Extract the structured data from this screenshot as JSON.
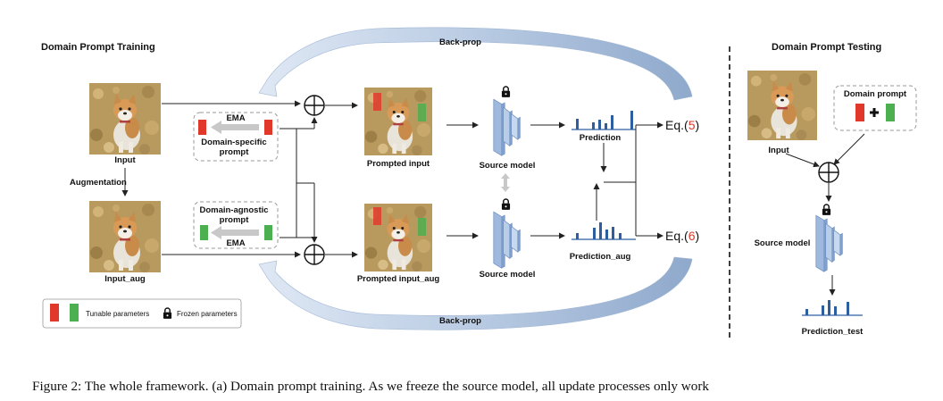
{
  "sections": {
    "training_title": "Domain Prompt Training",
    "testing_title": "Domain Prompt Testing"
  },
  "labels": {
    "input": "Input",
    "augmentation": "Augmentation",
    "input_aug": "Input_aug",
    "ema_top": "EMA",
    "domain_specific_line1": "Domain-specific",
    "domain_specific_line2": "prompt",
    "domain_agnostic_line1": "Domain-agnostic",
    "domain_agnostic_line2": "prompt",
    "ema_bottom": "EMA",
    "prompted_input": "Prompted input",
    "prompted_input_aug": "Prompted input_aug",
    "source_model_top": "Source model",
    "source_model_bottom": "Source model",
    "prediction": "Prediction",
    "prediction_aug": "Prediction_aug",
    "eq5_prefix": "Eq.(",
    "eq5_num": "5",
    "eq5_suffix": ")",
    "eq6_prefix": "Eq.(",
    "eq6_num": "6",
    "eq6_suffix": ")",
    "backprop_top": "Back-prop",
    "backprop_bottom": "Back-prop",
    "test_input": "Input",
    "test_domain_prompt": "Domain prompt",
    "test_source_model": "Source model",
    "prediction_test": "Prediction_test"
  },
  "legend": {
    "tunable": "Tunable parameters",
    "frozen": "Frozen parameters"
  },
  "caption": "Figure 2: The whole framework. (a) Domain prompt training. As we freeze the source model, all update processes only work",
  "colors": {
    "prompt_red": "#e0392b",
    "prompt_green": "#4caf50",
    "model_blue": "#b7cde8",
    "model_blue_dark": "#7f9fcf",
    "bar_blue": "#2d5fa0",
    "arrow_gray": "#c8c8c8",
    "backprop_blue": "#9fb6d4",
    "equation_number_red": "#d93a2b"
  },
  "icons": [
    "lock-icon",
    "plus-circle-icon",
    "dog-photo"
  ]
}
